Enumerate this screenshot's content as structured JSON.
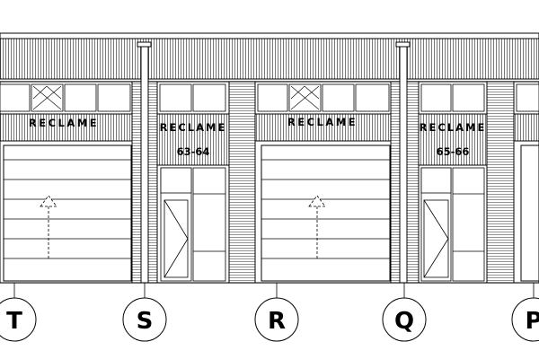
{
  "signs": {
    "reclame": "RECLAME",
    "unit_63_64": "63-64",
    "unit_65_66": "65-66"
  },
  "grid_axes": [
    "T",
    "S",
    "R",
    "Q",
    "P"
  ]
}
